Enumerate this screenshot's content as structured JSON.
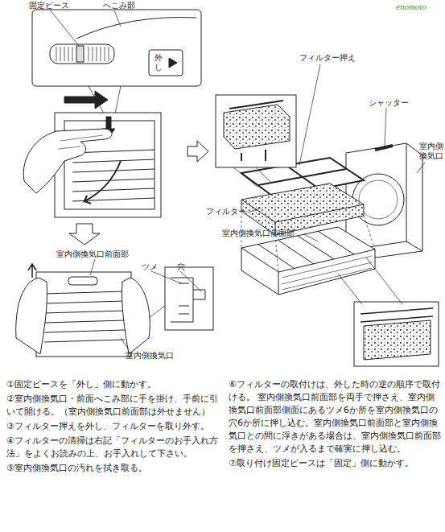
{
  "diagram": {
    "labels": [
      "enomoto",
      "固定ピース",
      "へこみ部",
      "外し",
      "フィルター押え",
      "シャッター",
      "室内側換気口",
      "フィルター",
      "室内側換気口前面部",
      "室内側換気口前面部",
      "ツメ",
      "穴",
      "室内側換気口",
      "①固定ピースを「外し」側に動かす。",
      "②室内側換気口・前面へこみ部に手を掛け、手前に引いて開ける。（室内側換気口前面部は外せません）",
      "③フィルター押えを外し、フィルターを取り外す。",
      "④フィルターの清掃は右記「フィルターのお手入れ方法」をよくお読みの上、お手入れして下さい。",
      "⑤室内側換気口の汚れを拭き取る。",
      "⑥フィルターの取付けは、外した時の逆の順序で取付ける。 室内側換気口前面部を両手で押さえ、室内側換気口前面部側面にあるツメ6か所を室内側換気口の穴6か所に押し込む。室内側換気口前面部と室内側換気口との間に浮きがある場合は、室内側換気口前面部を押さえ、ツメが入るまで確実に押し込む。",
      "⑦取り付け固定ピースは「固定」側に動かす。"
    ]
  }
}
